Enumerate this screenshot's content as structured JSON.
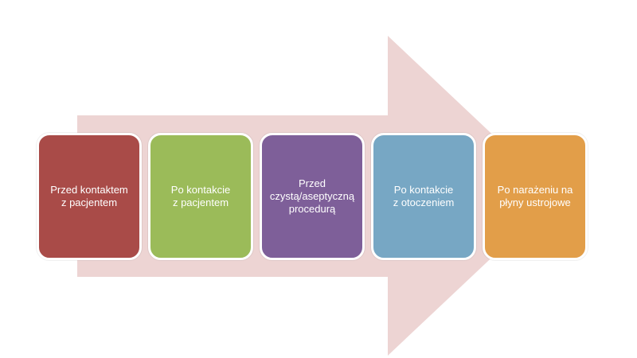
{
  "arrow_color": "#EDD4D3",
  "steps": [
    {
      "lines": [
        "Przed kontaktem",
        "z pacjentem"
      ],
      "color": "#A94B48"
    },
    {
      "lines": [
        "Po kontakcie",
        "z pacjentem"
      ],
      "color": "#9BBB59"
    },
    {
      "lines": [
        "Przed",
        "czystą/aseptyczną",
        "procedurą"
      ],
      "color": "#7E5F99"
    },
    {
      "lines": [
        "Po kontakcie",
        "z otoczeniem"
      ],
      "color": "#77A7C4"
    },
    {
      "lines": [
        "Po narażeniu na",
        "płyny ustrojowe"
      ],
      "color": "#E29E49"
    }
  ]
}
